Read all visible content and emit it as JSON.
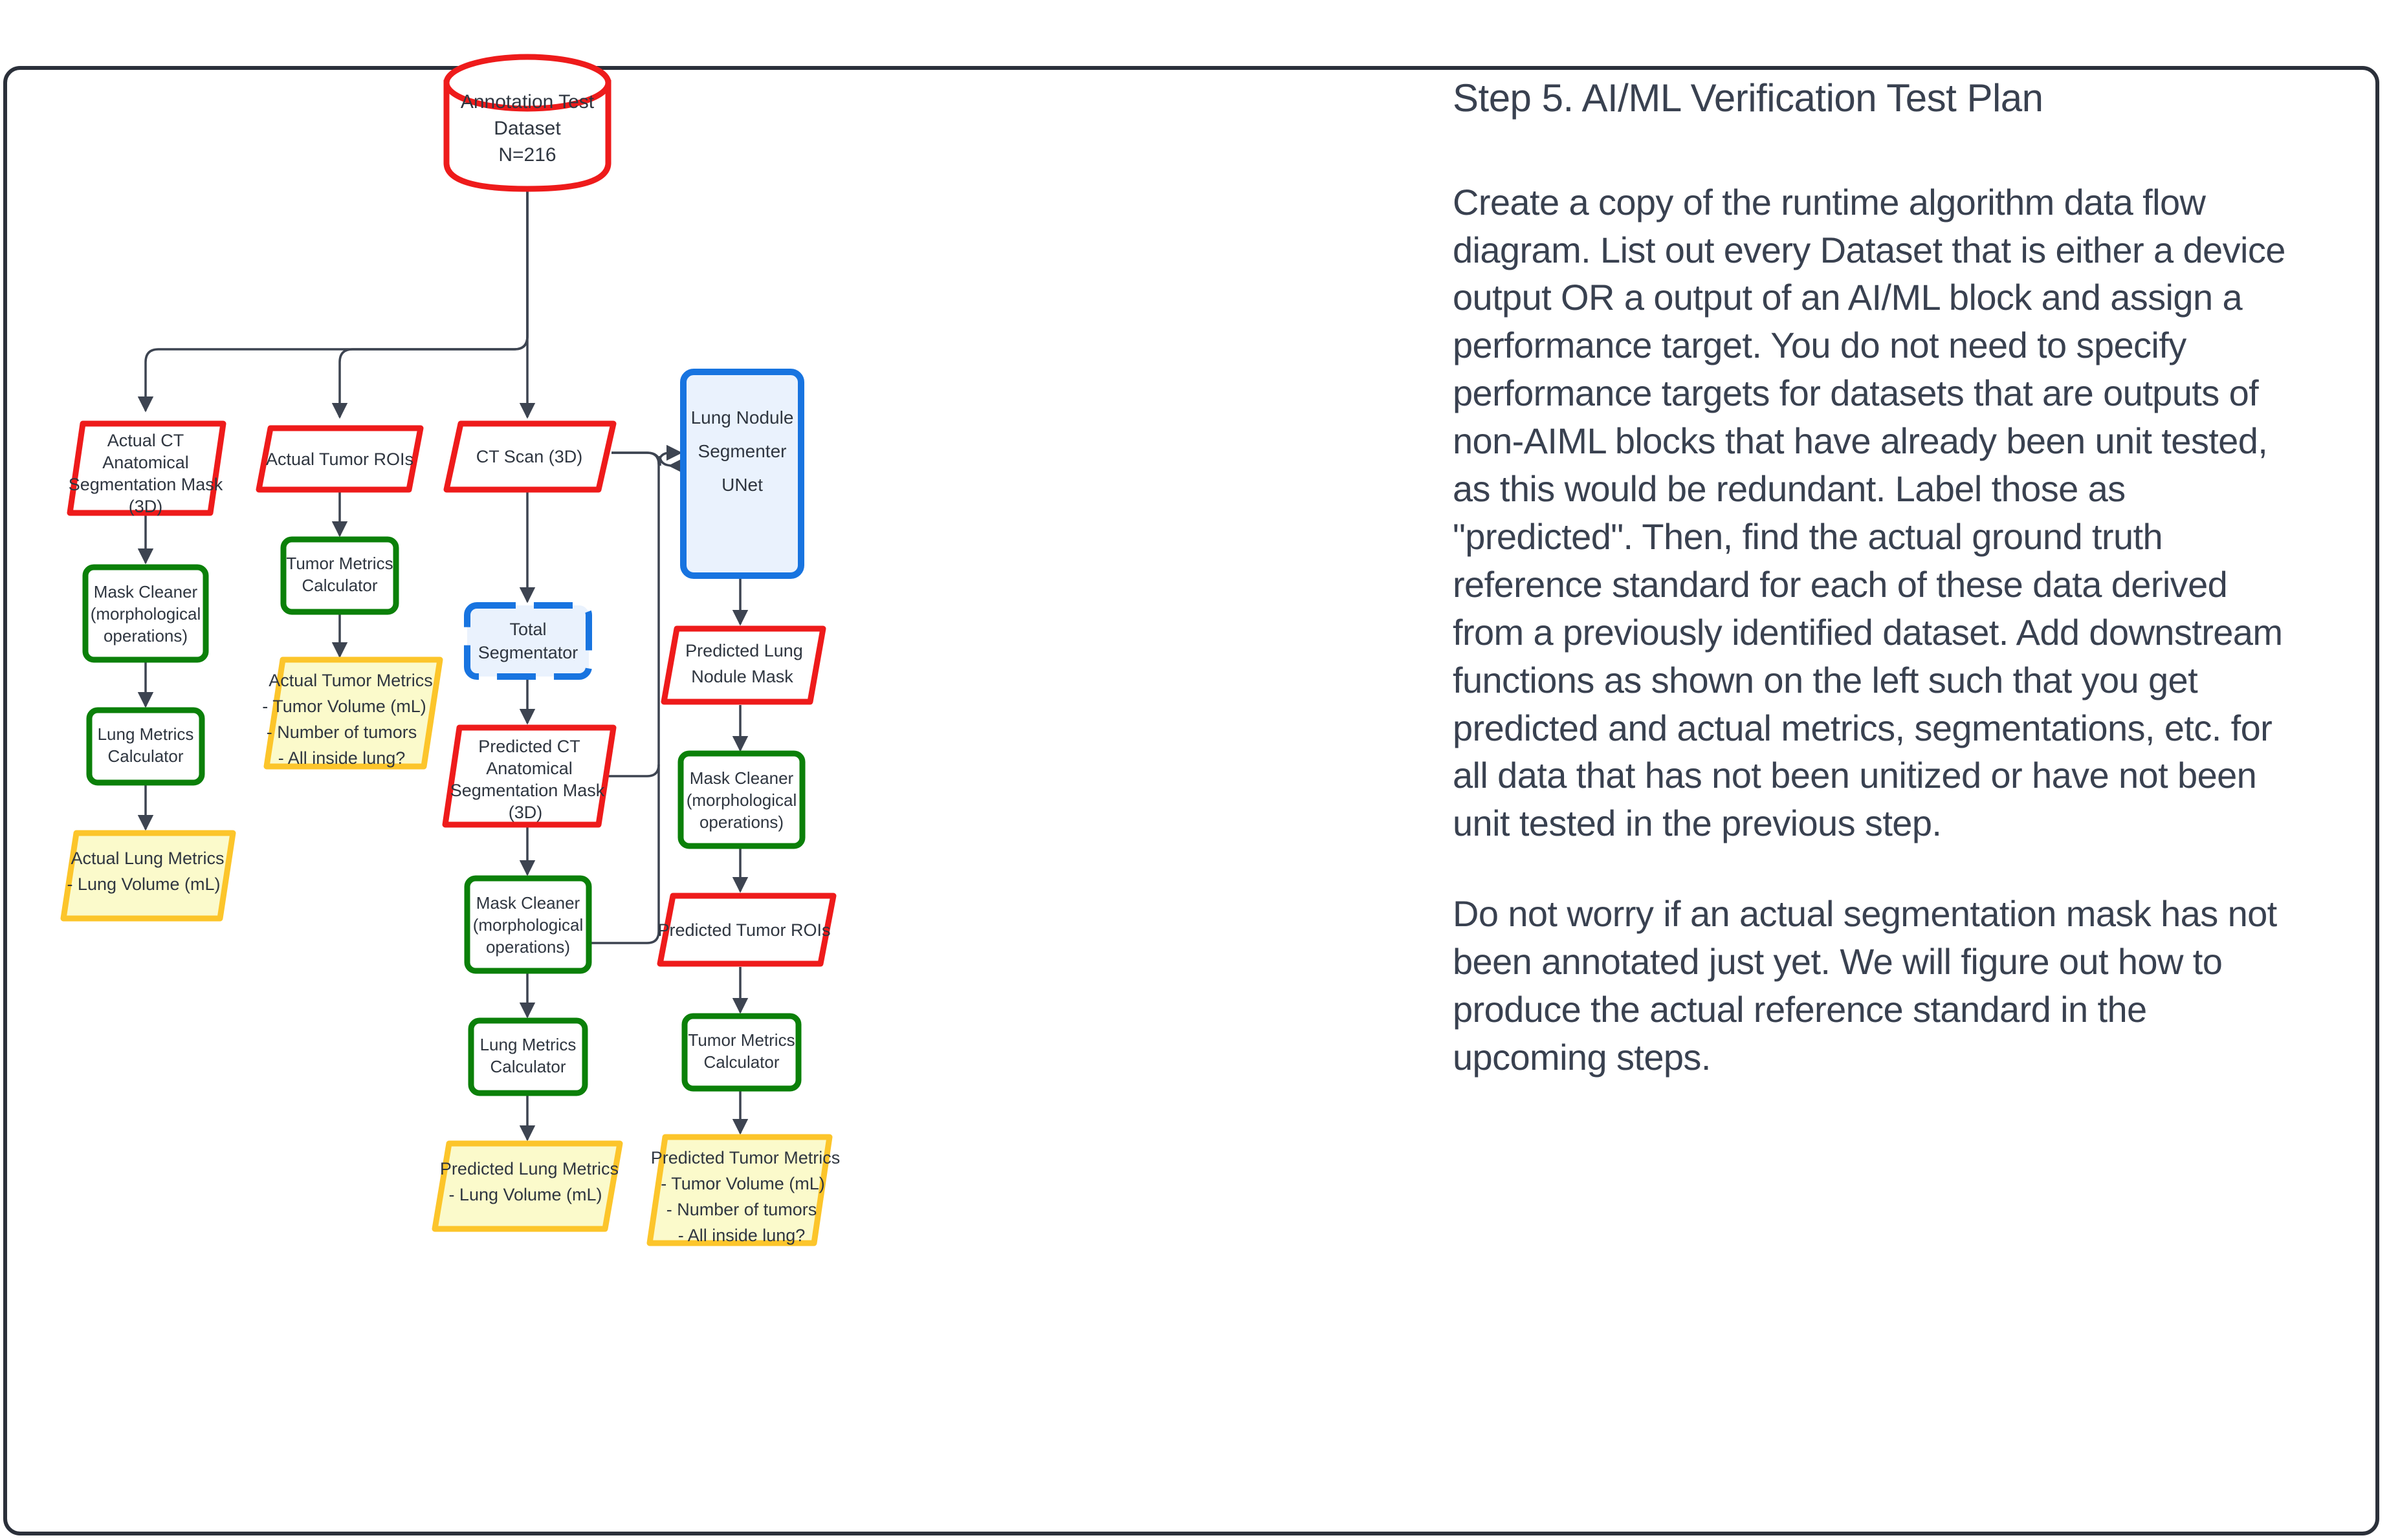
{
  "page": {
    "border_color": "#2b303a"
  },
  "diagram": {
    "title": "Runtime algorithm data flow diagram (AI/ML verification)",
    "colors": {
      "dataset_red": "#ee1b1b",
      "function_green": "#0b8009",
      "aiml_blue": "#1874e0",
      "aiml_fill": "#eaf2fd",
      "metrics_yellow": "#fcc52b",
      "metrics_fill": "#fbfacb",
      "edge_gray": "#2f3640",
      "text": "#2f3640"
    },
    "nodes": [
      {
        "id": "annotation_test_dataset",
        "shape": "cylinder",
        "style": "dataset_red",
        "lines": [
          "Annotation Test",
          "Dataset",
          "N=216"
        ]
      },
      {
        "id": "actual_ct_mask",
        "shape": "parallelogram",
        "style": "dataset_red",
        "lines": [
          "Actual CT",
          "Anatomical",
          "Segmentation Mask",
          "(3D)"
        ]
      },
      {
        "id": "mask_cleaner_left",
        "shape": "rect",
        "style": "function_green",
        "lines": [
          "Mask Cleaner",
          "(morphological",
          "operations)"
        ]
      },
      {
        "id": "lung_metrics_calculator_left",
        "shape": "rect",
        "style": "function_green",
        "lines": [
          "Lung Metrics",
          "Calculator"
        ]
      },
      {
        "id": "actual_lung_metrics",
        "shape": "parallelogram",
        "style": "metrics_yellow",
        "lines": [
          "Actual Lung Metrics",
          "- Lung Volume (mL)"
        ]
      },
      {
        "id": "actual_tumor_rois",
        "shape": "parallelogram",
        "style": "dataset_red",
        "lines": [
          "Actual Tumor ROIs"
        ]
      },
      {
        "id": "tumor_metrics_calculator_left",
        "shape": "rect",
        "style": "function_green",
        "lines": [
          "Tumor Metrics",
          "Calculator"
        ]
      },
      {
        "id": "actual_tumor_metrics",
        "shape": "parallelogram",
        "style": "metrics_yellow",
        "lines": [
          "Actual Tumor Metrics",
          "- Tumor Volume (mL)",
          "- Number of tumors",
          "- All inside lung?"
        ]
      },
      {
        "id": "ct_scan",
        "shape": "parallelogram",
        "style": "dataset_red",
        "lines": [
          "CT Scan (3D)"
        ]
      },
      {
        "id": "total_segmentator",
        "shape": "rect_dashed",
        "style": "aiml_blue",
        "lines": [
          "Total",
          "Segmentator"
        ]
      },
      {
        "id": "predicted_ct_mask",
        "shape": "parallelogram",
        "style": "dataset_red",
        "lines": [
          "Predicted CT",
          "Anatomical",
          "Segmentation Mask",
          "(3D)"
        ]
      },
      {
        "id": "mask_cleaner_center",
        "shape": "rect",
        "style": "function_green",
        "lines": [
          "Mask Cleaner",
          "(morphological",
          "operations)"
        ]
      },
      {
        "id": "lung_metrics_calculator_center",
        "shape": "rect",
        "style": "function_green",
        "lines": [
          "Lung Metrics",
          "Calculator"
        ]
      },
      {
        "id": "predicted_lung_metrics",
        "shape": "parallelogram",
        "style": "metrics_yellow",
        "lines": [
          "Predicted Lung Metrics",
          "- Lung Volume (mL)"
        ]
      },
      {
        "id": "lung_nodule_segmenter_unet",
        "shape": "rect",
        "style": "aiml_blue",
        "lines": [
          "Lung Nodule",
          "Segmenter",
          "UNet"
        ]
      },
      {
        "id": "predicted_lung_nodule_mask",
        "shape": "parallelogram",
        "style": "dataset_red",
        "lines": [
          "Predicted Lung",
          "Nodule Mask"
        ]
      },
      {
        "id": "mask_cleaner_right",
        "shape": "rect",
        "style": "function_green",
        "lines": [
          "Mask Cleaner",
          "(morphological",
          "operations)"
        ]
      },
      {
        "id": "predicted_tumor_rois",
        "shape": "parallelogram",
        "style": "dataset_red",
        "lines": [
          "Predicted Tumor ROIs"
        ]
      },
      {
        "id": "tumor_metrics_calculator_right",
        "shape": "rect",
        "style": "function_green",
        "lines": [
          "Tumor Metrics",
          "Calculator"
        ]
      },
      {
        "id": "predicted_tumor_metrics",
        "shape": "parallelogram",
        "style": "metrics_yellow",
        "lines": [
          "Predicted Tumor Metrics",
          "- Tumor Volume (mL)",
          "- Number of tumors",
          "- All inside lung?"
        ]
      }
    ],
    "edges": [
      {
        "from": "annotation_test_dataset",
        "to": "actual_ct_mask"
      },
      {
        "from": "annotation_test_dataset",
        "to": "actual_tumor_rois"
      },
      {
        "from": "annotation_test_dataset",
        "to": "ct_scan"
      },
      {
        "from": "actual_ct_mask",
        "to": "mask_cleaner_left"
      },
      {
        "from": "mask_cleaner_left",
        "to": "lung_metrics_calculator_left"
      },
      {
        "from": "lung_metrics_calculator_left",
        "to": "actual_lung_metrics"
      },
      {
        "from": "actual_tumor_rois",
        "to": "tumor_metrics_calculator_left"
      },
      {
        "from": "tumor_metrics_calculator_left",
        "to": "actual_tumor_metrics"
      },
      {
        "from": "ct_scan",
        "to": "total_segmentator"
      },
      {
        "from": "ct_scan",
        "to": "lung_nodule_segmenter_unet"
      },
      {
        "from": "total_segmentator",
        "to": "predicted_ct_mask"
      },
      {
        "from": "predicted_ct_mask",
        "to": "mask_cleaner_center"
      },
      {
        "from": "mask_cleaner_center",
        "to": "lung_metrics_calculator_center"
      },
      {
        "from": "lung_metrics_calculator_center",
        "to": "predicted_lung_metrics"
      },
      {
        "from": "predicted_ct_mask",
        "to": "lung_nodule_segmenter_unet"
      },
      {
        "from": "lung_nodule_segmenter_unet",
        "to": "predicted_lung_nodule_mask"
      },
      {
        "from": "predicted_lung_nodule_mask",
        "to": "mask_cleaner_right"
      },
      {
        "from": "mask_cleaner_right",
        "to": "predicted_tumor_rois"
      },
      {
        "from": "predicted_tumor_rois",
        "to": "tumor_metrics_calculator_right"
      },
      {
        "from": "tumor_metrics_calculator_right",
        "to": "predicted_tumor_metrics"
      }
    ]
  },
  "notes": {
    "heading": "Step 5. AI/ML Verification Test Plan",
    "paragraphs": [
      "Create a copy of the runtime algorithm data flow diagram. List out every Dataset that is either a device output OR a output of an AI/ML block and assign a performance target. You do not need to specify performance targets for datasets that are outputs of non-AIML blocks that have already been unit tested, as this would be redundant. Label those as \"predicted\". Then, find the actual ground truth reference standard for each of these data derived from a previously identified dataset. Add downstream functions as shown on the left such that you get predicted and actual metrics, segmentations, etc. for all data that has not been unitized or have not been unit tested in the previous step.",
      "Do not worry if an actual segmentation mask has not been annotated just yet. We will figure out how to produce the actual reference standard in the upcoming steps."
    ]
  }
}
